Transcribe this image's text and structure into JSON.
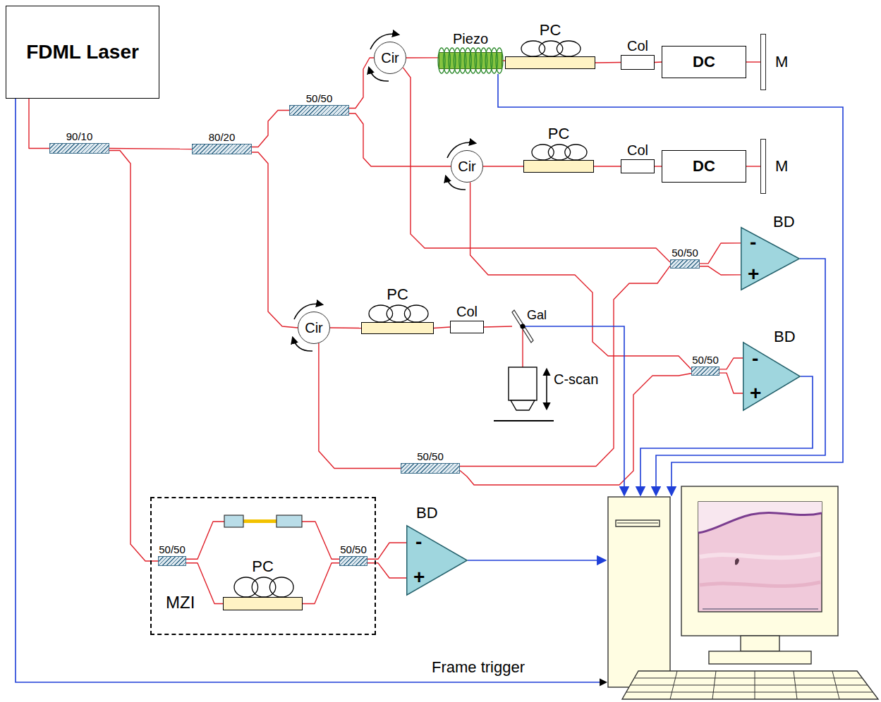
{
  "diagram": {
    "nodes": [
      {
        "text": [
          "FDML Laser"
        ]
      },
      {
        "text": [
          "90/10"
        ]
      },
      {
        "text": [
          "80/20"
        ]
      },
      {
        "text": [
          "50/50"
        ]
      },
      {
        "text": [
          "Cir"
        ]
      },
      {
        "text": [
          "Piezo"
        ]
      },
      {
        "text": [
          "PC"
        ]
      },
      {
        "text": [
          "Col"
        ]
      },
      {
        "text": [
          "DC"
        ]
      },
      {
        "text": [
          "M"
        ]
      },
      {
        "text": [
          "Cir"
        ]
      },
      {
        "text": [
          "PC"
        ]
      },
      {
        "text": [
          "Col"
        ]
      },
      {
        "text": [
          "DC"
        ]
      },
      {
        "text": [
          "M"
        ]
      },
      {
        "text": [
          "50/50"
        ]
      },
      {
        "text": [
          "BD",
          "-",
          "+"
        ]
      },
      {
        "text": [
          "Cir"
        ]
      },
      {
        "text": [
          "PC"
        ]
      },
      {
        "text": [
          "Col"
        ]
      },
      {
        "text": [
          "Gal"
        ]
      },
      {
        "text": [
          "50/50"
        ]
      },
      {
        "text": [
          "BD",
          "-",
          "+"
        ]
      },
      {
        "text": [
          "50/50"
        ]
      },
      {
        "text": [
          "MZI"
        ]
      },
      {
        "text": [
          "50/50"
        ],
        "in": 24
      },
      {
        "text": [
          "PC"
        ],
        "in": 24
      },
      {
        "text": [
          "50/50"
        ],
        "in": 24
      },
      {
        "text": [
          "BD",
          "-",
          "+"
        ]
      }
    ],
    "edges": [
      {
        "from": 0,
        "to": 1,
        "arrow": "none"
      },
      {
        "from": 1,
        "to": 2,
        "arrow": "none"
      },
      {
        "from": 1,
        "to": 25,
        "arrow": "none"
      },
      {
        "from": 2,
        "to": 3,
        "arrow": "none"
      },
      {
        "from": 2,
        "to": 17,
        "arrow": "none"
      },
      {
        "from": 3,
        "to": 4,
        "arrow": "none"
      },
      {
        "from": 3,
        "to": 10,
        "arrow": "none"
      },
      {
        "from": 4,
        "to": 5,
        "arrow": "none"
      },
      {
        "from": 5,
        "to": 6,
        "arrow": "none"
      },
      {
        "from": 6,
        "to": 7,
        "arrow": "none"
      },
      {
        "from": 7,
        "to": 8,
        "arrow": "none"
      },
      {
        "from": 8,
        "to": 9,
        "arrow": "none"
      },
      {
        "from": 10,
        "to": 11,
        "arrow": "none"
      },
      {
        "from": 11,
        "to": 12,
        "arrow": "none"
      },
      {
        "from": 12,
        "to": 13,
        "arrow": "none"
      },
      {
        "from": 13,
        "to": 14,
        "arrow": "none"
      },
      {
        "from": 4,
        "to": 15,
        "arrow": "none"
      },
      {
        "from": 10,
        "to": 21,
        "arrow": "none"
      },
      {
        "from": 15,
        "to": 16,
        "arrow": "none"
      },
      {
        "from": 15,
        "to": 16,
        "arrow": "none"
      },
      {
        "from": 17,
        "to": 18,
        "arrow": "none"
      },
      {
        "from": 18,
        "to": 19,
        "arrow": "none"
      },
      {
        "from": 19,
        "to": 20,
        "arrow": "none"
      },
      {
        "from": 17,
        "to": 23,
        "arrow": "none"
      },
      {
        "from": 23,
        "to": 15,
        "arrow": "none"
      },
      {
        "from": 23,
        "to": 21,
        "arrow": "none"
      },
      {
        "from": 21,
        "to": 22,
        "arrow": "none"
      },
      {
        "from": 21,
        "to": 22,
        "arrow": "none"
      },
      {
        "from": 25,
        "to": 26,
        "arrow": "none"
      },
      {
        "from": 26,
        "to": 27,
        "arrow": "none"
      },
      {
        "from": 25,
        "to": 27,
        "arrow": "none"
      },
      {
        "from": 27,
        "to": 28,
        "arrow": "none"
      },
      {
        "from": 27,
        "to": 28,
        "arrow": "none"
      }
    ],
    "labels": [
      "C-scan",
      "Frame trigger"
    ]
  }
}
